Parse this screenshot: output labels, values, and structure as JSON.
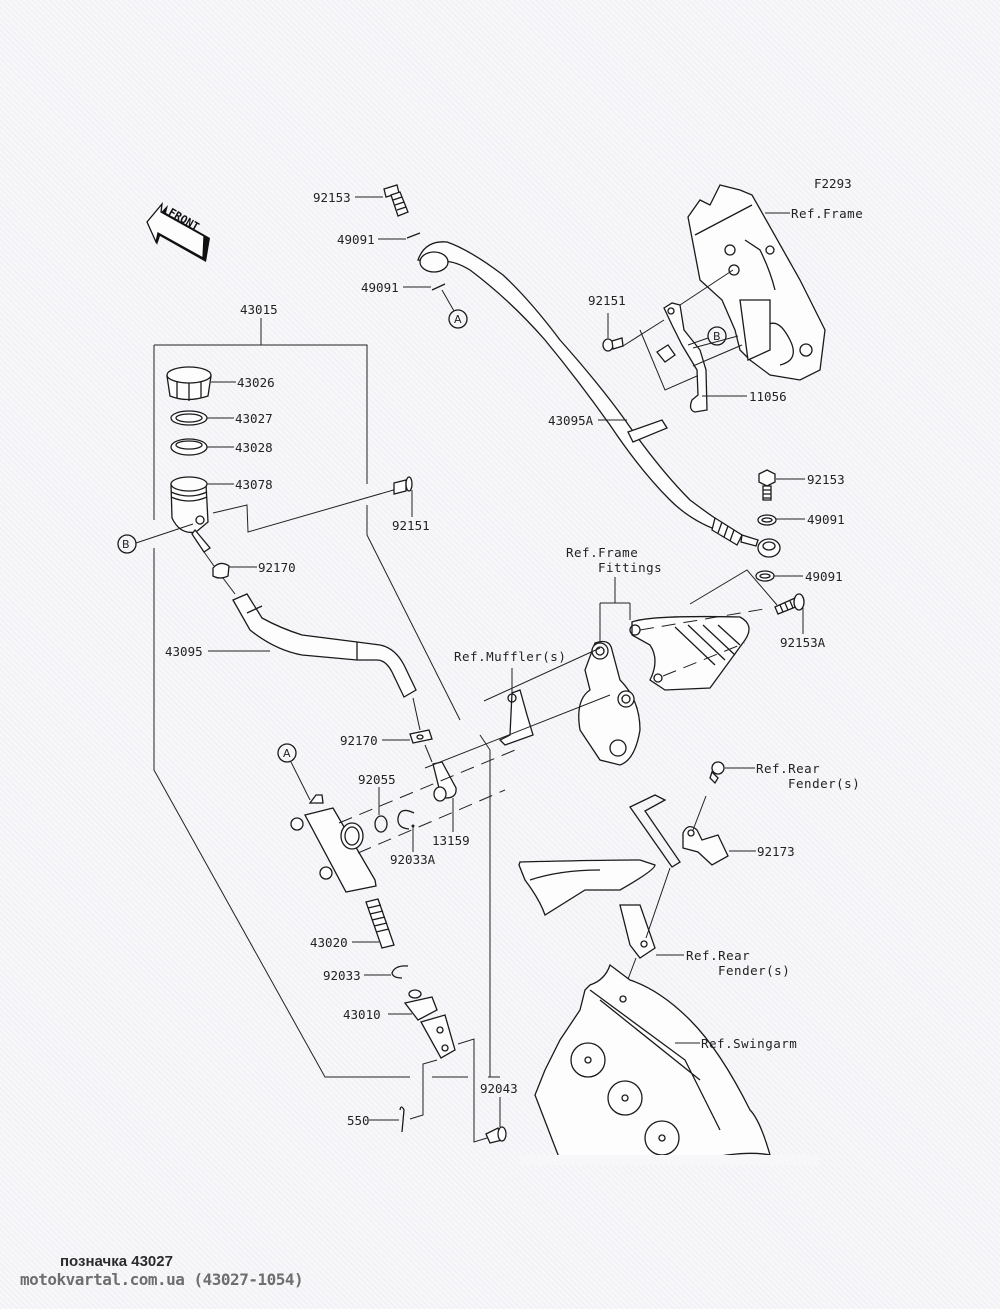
{
  "diagram": {
    "figure_code": "F2293",
    "front_arrow_label": "FRONT",
    "callouts": {
      "a": "A",
      "b": "B"
    },
    "parts": {
      "p92153_top": "92153",
      "p49091_top1": "49091",
      "p49091_top2": "49091",
      "p43015": "43015",
      "p43026": "43026",
      "p43027": "43027",
      "p43028": "43028",
      "p43078": "43078",
      "p92151_left": "92151",
      "p92170_top": "92170",
      "p43095": "43095",
      "p92170_mid": "92170",
      "p92055": "92055",
      "p92033A": "92033A",
      "p13159": "13159",
      "p43020": "43020",
      "p92033": "92033",
      "p43010": "43010",
      "p550": "550",
      "p92043": "92043",
      "p92151_right": "92151",
      "p11056": "11056",
      "p43095A": "43095A",
      "p92153_right": "92153",
      "p49091_right1": "49091",
      "p49091_right2": "49091",
      "p92153A": "92153A",
      "p92173": "92173"
    },
    "references": {
      "frame": "Ref.Frame",
      "frame_fittings_1": "Ref.Frame",
      "frame_fittings_2": "Fittings",
      "muffler": "Ref.Muffler(s)",
      "rear_fender_1a": "Ref.Rear",
      "rear_fender_1b": "Fender(s)",
      "rear_fender_2a": "Ref.Rear",
      "rear_fender_2b": "Fender(s)",
      "swingarm": "Ref.Swingarm"
    }
  },
  "footer": {
    "caption": "позначка 43027",
    "source": "motokvartal.com.ua (43027-1054)"
  }
}
